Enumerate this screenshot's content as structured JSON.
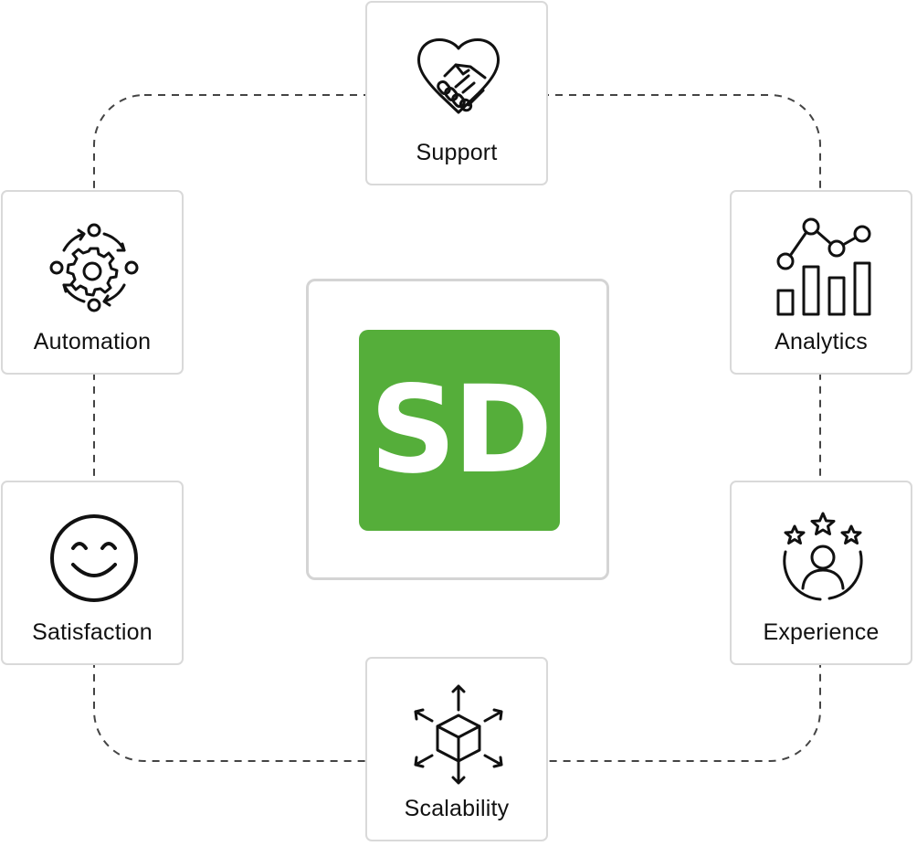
{
  "logo": {
    "text": "SD",
    "color": "#55ae3a"
  },
  "nodes": [
    {
      "label": "Support",
      "icon": "handshake-heart-icon"
    },
    {
      "label": "Automation",
      "icon": "gear-cycle-icon"
    },
    {
      "label": "Analytics",
      "icon": "analytics-chart-icon"
    },
    {
      "label": "Satisfaction",
      "icon": "smiley-face-icon"
    },
    {
      "label": "Experience",
      "icon": "user-stars-icon"
    },
    {
      "label": "Scalability",
      "icon": "cube-expand-icon"
    }
  ],
  "colors": {
    "border": "#d9d9d9",
    "connector": "#444444",
    "icon_stroke": "#111111"
  }
}
